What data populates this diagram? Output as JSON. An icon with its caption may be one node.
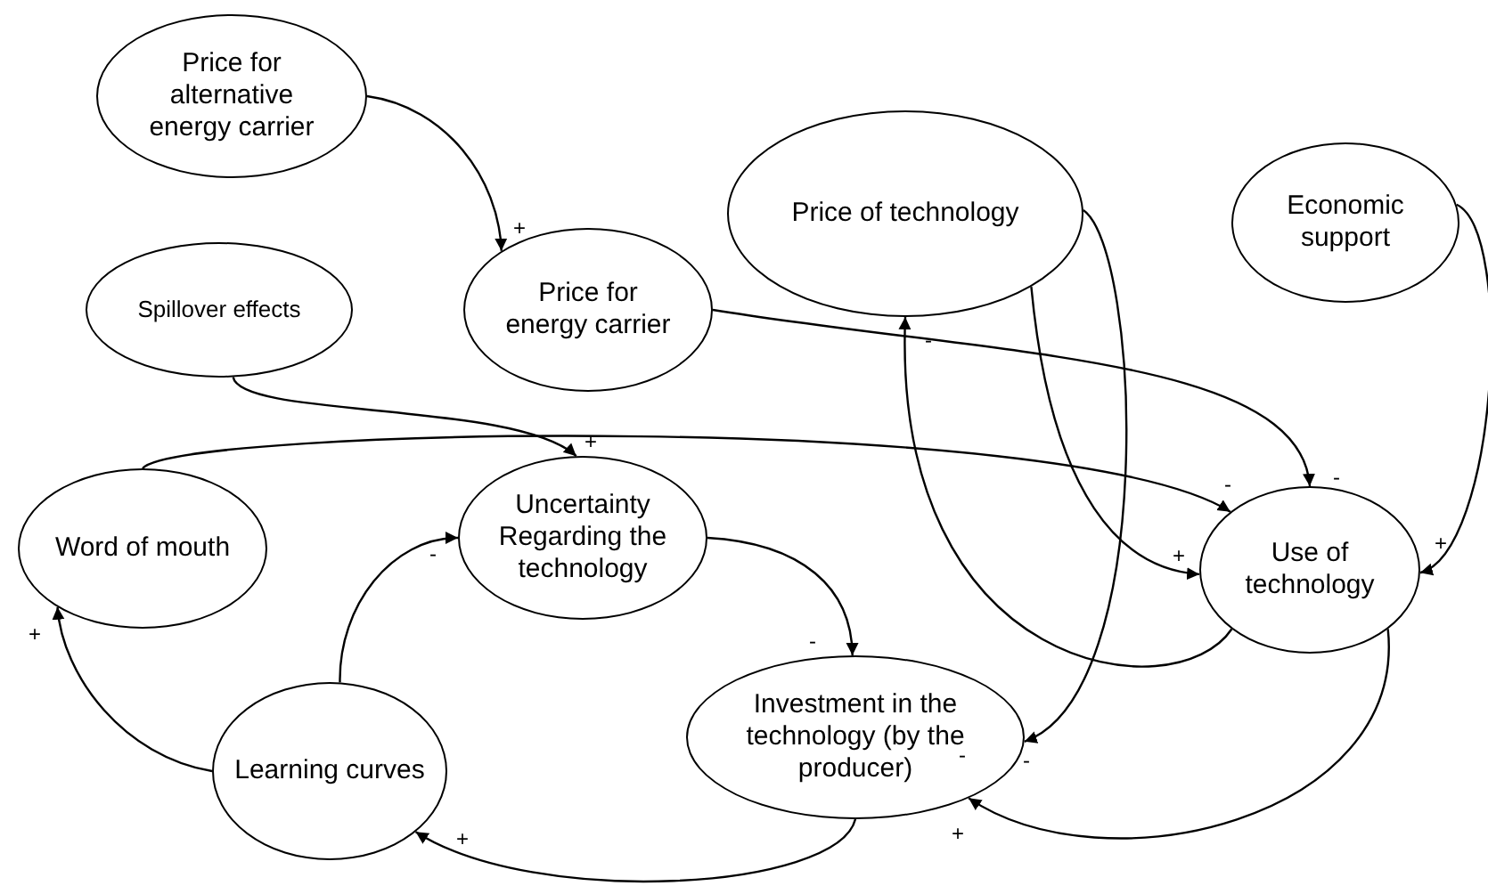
{
  "diagram": {
    "nodes": [
      {
        "text": [
          "Price for alternative energy carrier"
        ]
      },
      {
        "text": [
          "Spillover effects"
        ]
      },
      {
        "text": [
          "Price for energy carrier"
        ]
      },
      {
        "text": [
          "Price of technology"
        ]
      },
      {
        "text": [
          "Economic support"
        ]
      },
      {
        "text": [
          "Word of mouth"
        ]
      },
      {
        "text": [
          "Uncertainty Regarding the technology"
        ]
      },
      {
        "text": [
          "Use of technology"
        ]
      },
      {
        "text": [
          "Learning curves"
        ]
      },
      {
        "text": [
          "Investment in the technology (by the producer)"
        ]
      }
    ],
    "edges": [
      {
        "from": 0,
        "to": 2,
        "arrow": "to",
        "label": "+"
      },
      {
        "from": 1,
        "to": 6,
        "arrow": "to",
        "label": "+"
      },
      {
        "from": 5,
        "to": 7,
        "arrow": "to",
        "label": "-"
      },
      {
        "from": 2,
        "to": 7,
        "arrow": "to",
        "label": "-"
      },
      {
        "from": 6,
        "to": 9,
        "arrow": "to",
        "label": "-"
      },
      {
        "from": 8,
        "to": 6,
        "arrow": "to",
        "label": "-"
      },
      {
        "from": 8,
        "to": 5,
        "arrow": "to",
        "label": "+"
      },
      {
        "from": 9,
        "to": 8,
        "arrow": "to",
        "label": "+"
      },
      {
        "from": 3,
        "to": 7,
        "arrow": "to",
        "label": "+"
      },
      {
        "from": 3,
        "to": 9,
        "arrow": "to",
        "label": "-"
      },
      {
        "from": 7,
        "to": 9,
        "arrow": "to",
        "label": "+"
      },
      {
        "from": 4,
        "to": 7,
        "arrow": "to",
        "label": "+"
      },
      {
        "from": 7,
        "to": 3,
        "arrow": "to",
        "label": "-"
      }
    ],
    "labels": [
      "-"
    ]
  }
}
